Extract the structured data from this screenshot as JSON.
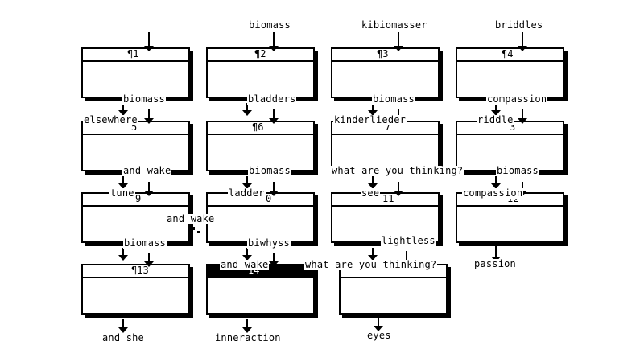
{
  "cards": [
    {
      "id": "c1",
      "num": "¶1"
    },
    {
      "id": "c2",
      "num": "¶2"
    },
    {
      "id": "c3",
      "num": "¶3"
    },
    {
      "id": "c4",
      "num": "¶4"
    },
    {
      "id": "c5",
      "num": "5"
    },
    {
      "id": "c6",
      "num": "¶6"
    },
    {
      "id": "c7",
      "num": "7"
    },
    {
      "id": "c8",
      "num": "3"
    },
    {
      "id": "c9",
      "num": "9"
    },
    {
      "id": "c10",
      "num": "0"
    },
    {
      "id": "c11",
      "num": "11"
    },
    {
      "id": "c12",
      "num": "12"
    },
    {
      "id": "c13",
      "num": "¶13"
    },
    {
      "id": "c14",
      "num": "14"
    },
    {
      "id": "c15",
      "num": ""
    }
  ],
  "labels": [
    "biomass",
    "kibiomasser",
    "briddles",
    "biomass",
    "bladders",
    "biomass",
    "compassion",
    "elsewhere",
    "kinderlieder",
    "riddle",
    "and wake",
    "biomass",
    "what are you thinking?",
    "biomass",
    "tune",
    "ladder",
    "see",
    "compassion",
    "and wake",
    "biomass",
    "biwhyss",
    "lightless",
    "and wake",
    "what are you thinking?",
    "passion",
    "and she",
    "inneraction",
    "eyes"
  ],
  "colors": {
    "ink": "#000000",
    "paper": "#ffffff"
  }
}
